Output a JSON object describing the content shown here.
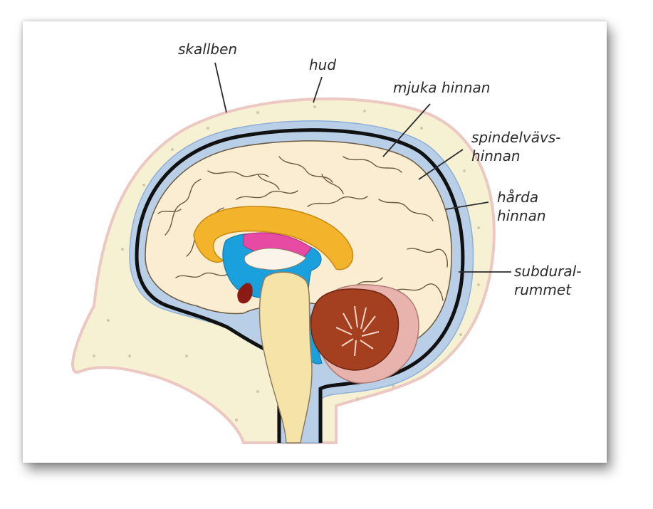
{
  "labels": {
    "skallben": "skallben",
    "hud": "hud",
    "mjuka_hinnan": "mjuka hinnan",
    "spindelvavs_line1": "spindelvävs-",
    "spindelvavs_line2": "hinnan",
    "harda_line1": "hårda",
    "harda_line2": "hinnan",
    "subdural_line1": "subdural-",
    "subdural_line2": "rummet"
  },
  "colors": {
    "skin": "#f1d7d2",
    "bone": "#f6f1d2",
    "meninges": "#b9cfe8",
    "dura": "#111111",
    "brain": "#fbedd2",
    "corpus_callosum": "#f3b32a",
    "ventricle": "#1aa0dc",
    "plexus": "#e64aa3",
    "cerebellum": "#a4401f",
    "cerebellum_pink": "#e8b3ad",
    "brainstem": "#f6e3a8"
  }
}
